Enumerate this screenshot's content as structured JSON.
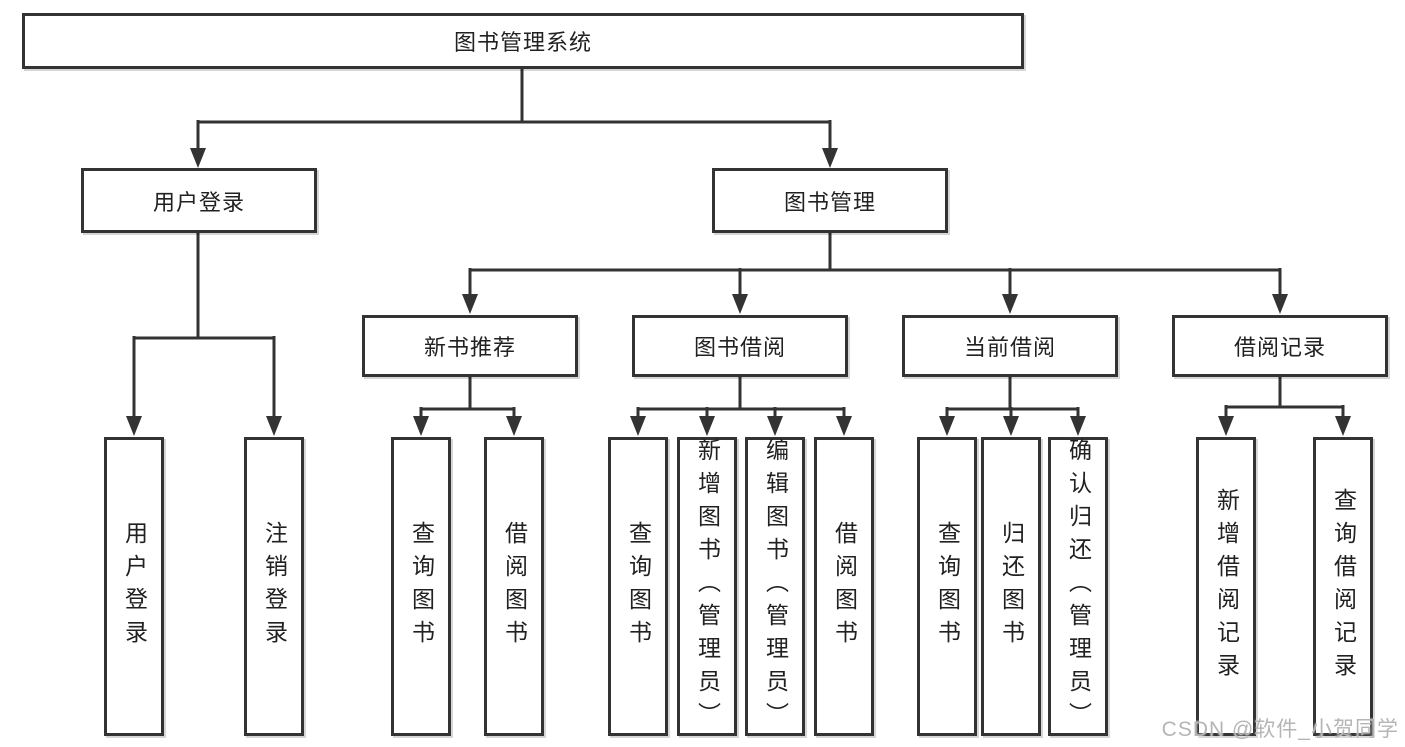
{
  "diagram": {
    "root": "图书管理系统",
    "user_login": {
      "label": "用户登录",
      "leaves": [
        "用户登录",
        "注销登录"
      ]
    },
    "book_mgmt": {
      "label": "图书管理",
      "groups": [
        {
          "label": "新书推荐",
          "leaves": [
            "查询图书",
            "借阅图书"
          ]
        },
        {
          "label": "图书借阅",
          "leaves": [
            "查询图书",
            "新增图书（管理员）",
            "编辑图书（管理员）",
            "借阅图书"
          ]
        },
        {
          "label": "当前借阅",
          "leaves": [
            "查询图书",
            "归还图书",
            "确认归还（管理员）"
          ]
        },
        {
          "label": "借阅记录",
          "leaves": [
            "新增借阅记录",
            "查询借阅记录"
          ]
        }
      ]
    }
  },
  "watermark": {
    "text": "CSDN @软件_小贺同学"
  },
  "colors": {
    "line": "#333333",
    "box_border": "#333333",
    "text": "#212121",
    "watermark": "#b5b5b5",
    "background": "#ffffff"
  }
}
